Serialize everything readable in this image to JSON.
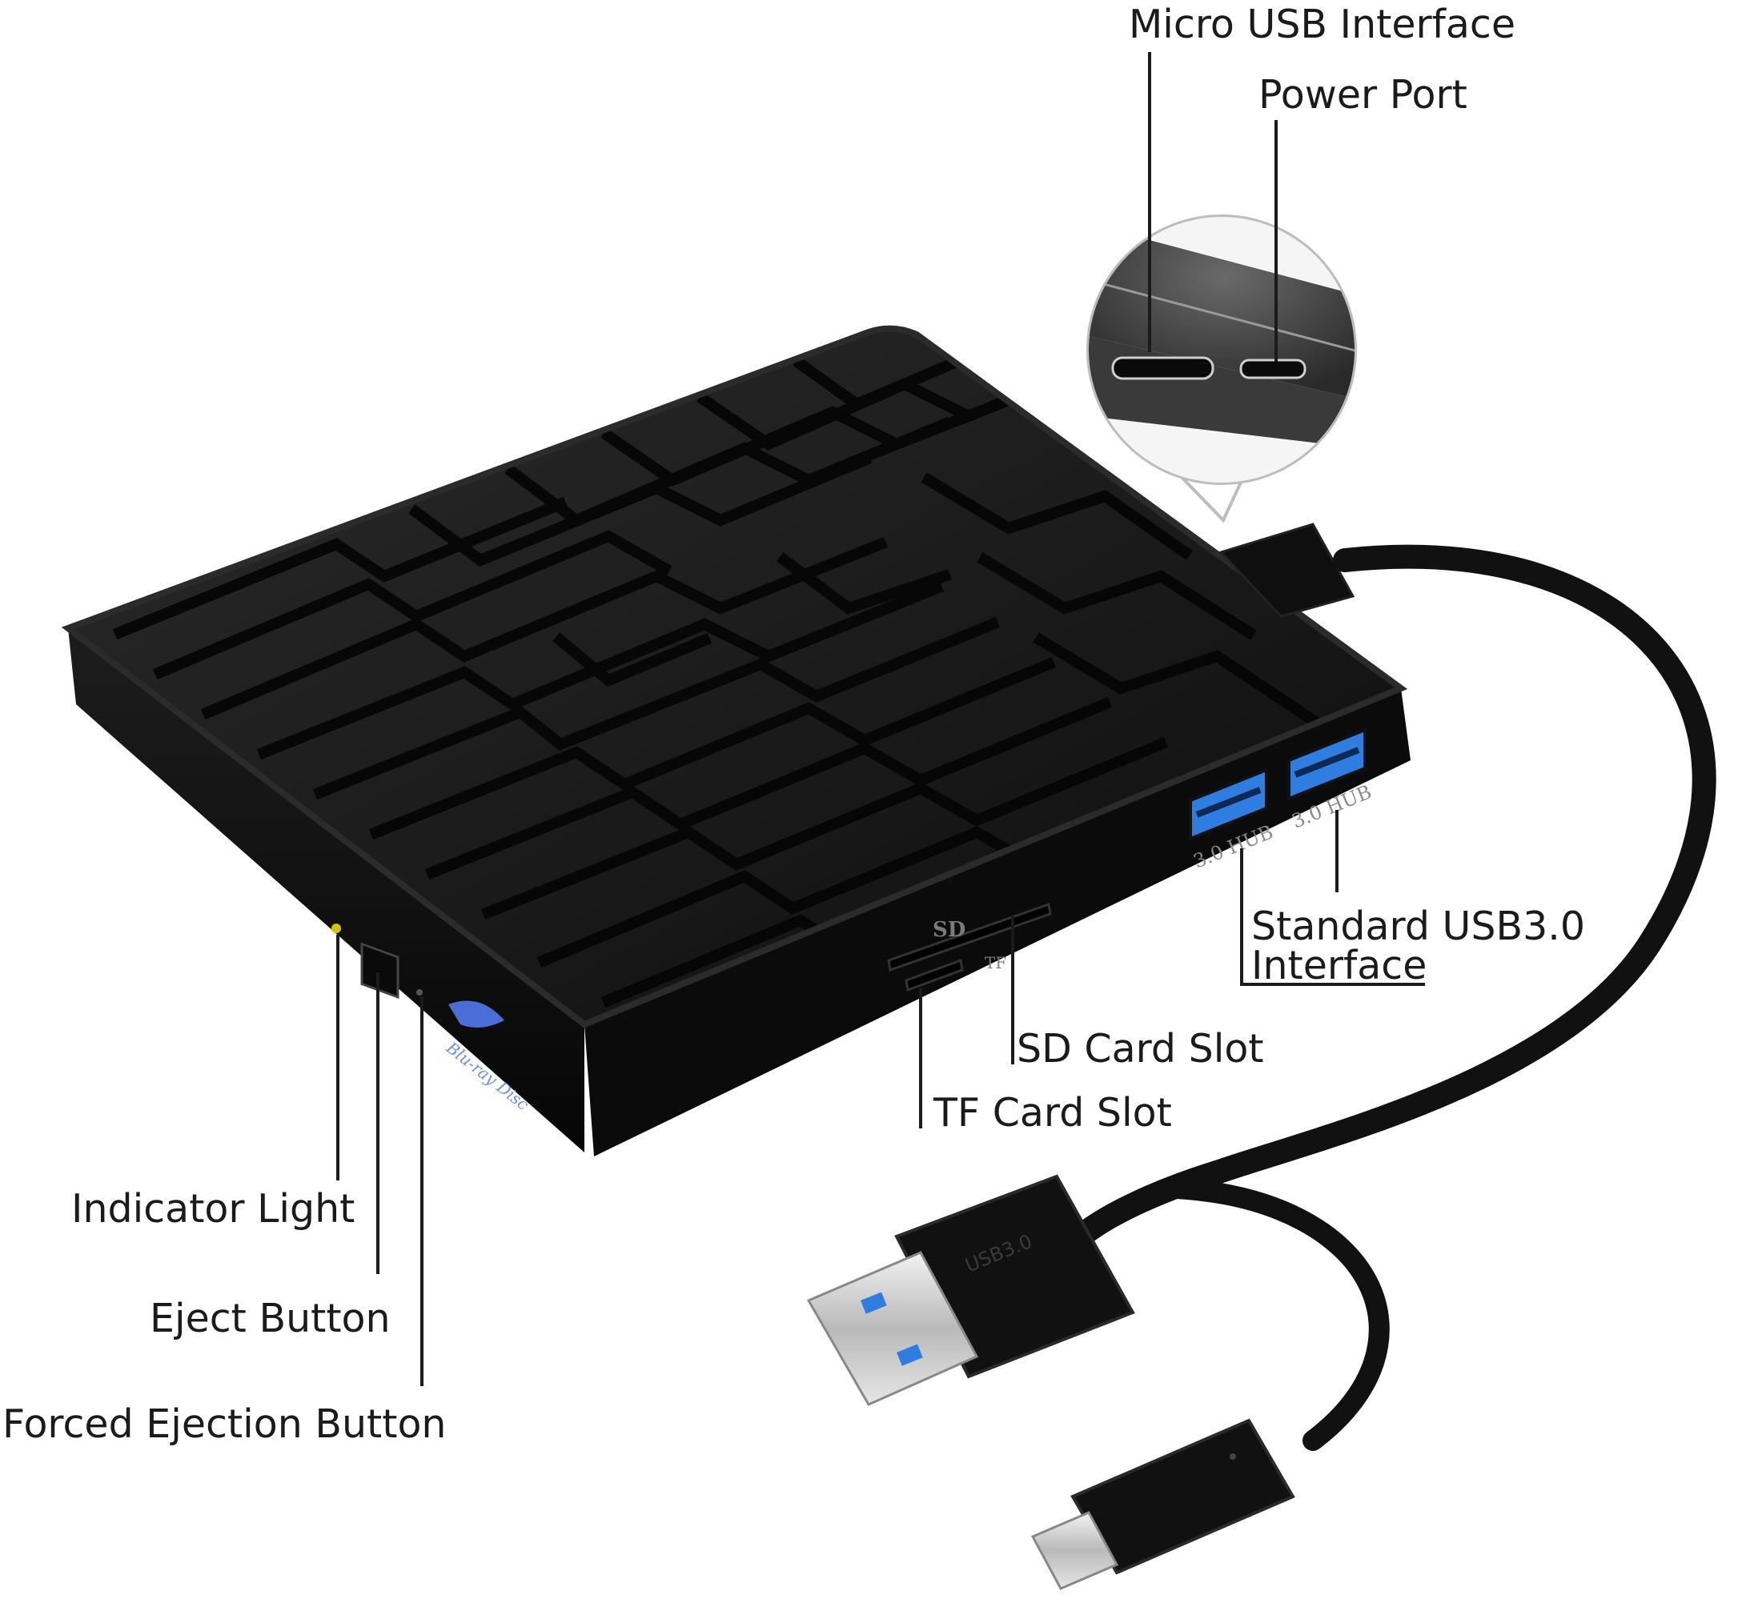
{
  "labels": {
    "micro_usb": "Micro USB Interface",
    "power_port": "Power Port",
    "usb30_line1": "Standard USB3.0",
    "usb30_line2": "Interface",
    "sd_slot": "SD Card Slot",
    "tf_slot": "TF Card Slot",
    "indicator": "Indicator Light",
    "eject": "Eject Button",
    "forced_eject": "Forced Ejection Button"
  },
  "device_print": {
    "hub_label": "3.0 HUB",
    "sd_mark": "SD",
    "tf_mark": "TF",
    "bluray": "Blu-ray Disc",
    "plug_mark": "USB3.0"
  },
  "colors": {
    "body": "#141414",
    "edge": "#2a2a2a",
    "usb_blue": "#2f7de1",
    "metal": "#cfcfcf",
    "line": "#1b1b1b"
  }
}
